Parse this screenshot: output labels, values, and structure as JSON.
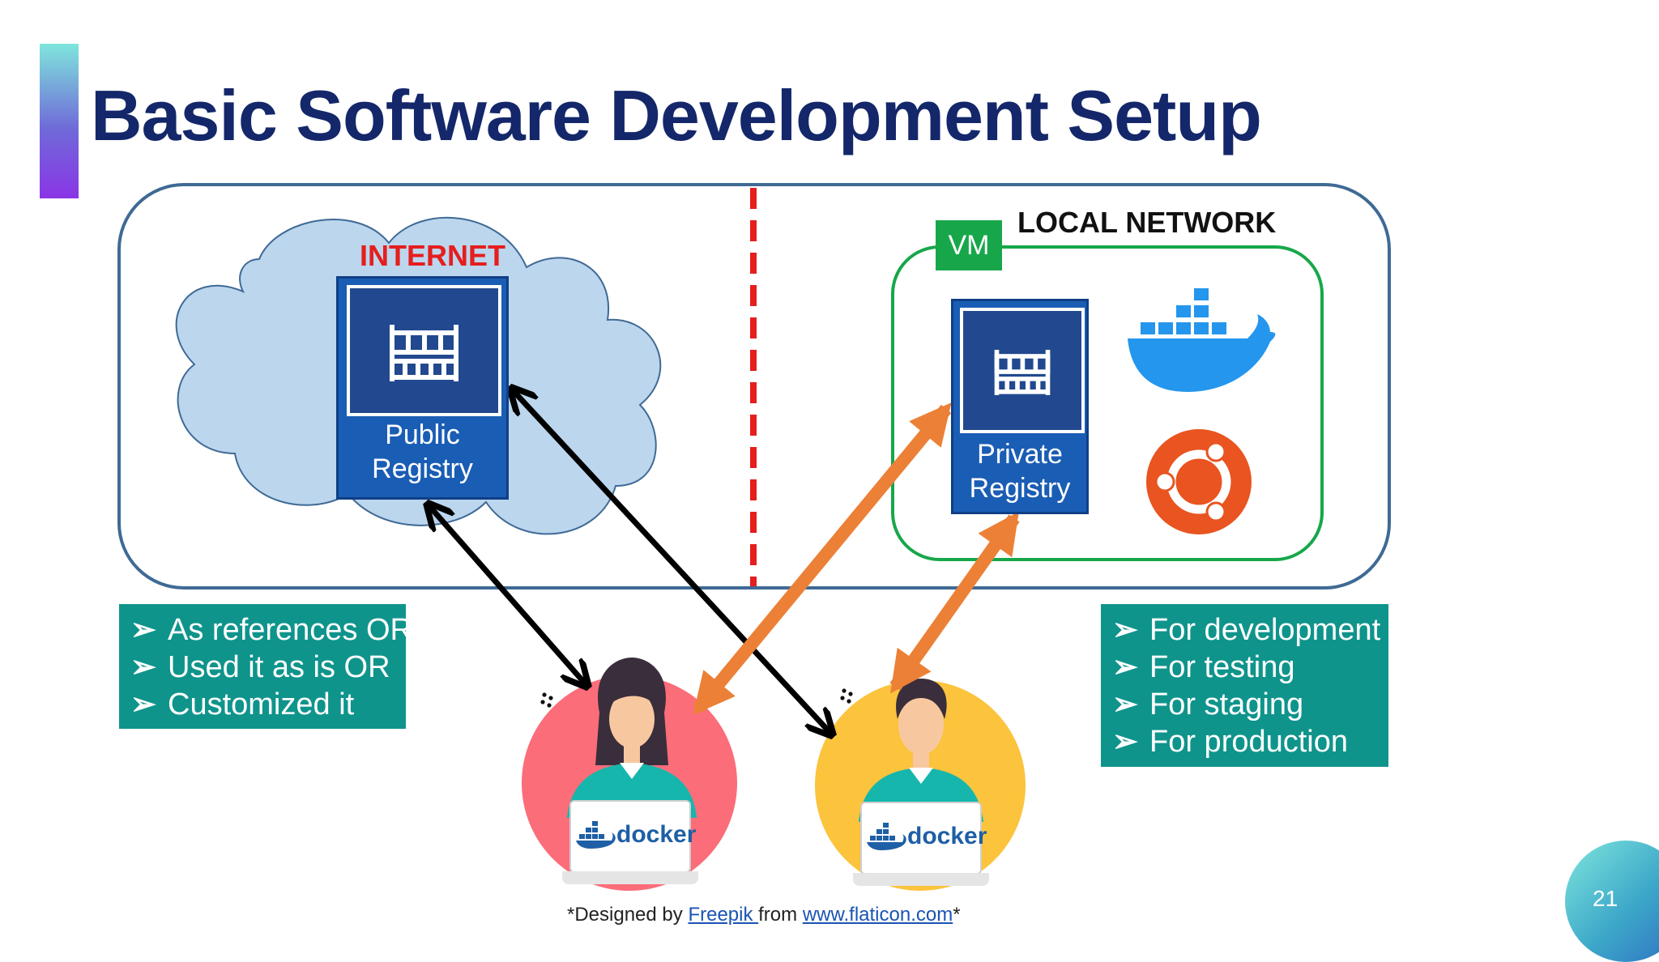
{
  "title": "Basic Software Development Setup",
  "internet_label": "INTERNET",
  "local_network_label": "LOCAL NETWORK",
  "vm_label": "VM",
  "public_registry": {
    "line1": "Public",
    "line2": "Registry"
  },
  "private_registry": {
    "line1": "Private",
    "line2": "Registry"
  },
  "left_list": {
    "items": [
      "As references OR",
      "Used it as is OR",
      "Customized it"
    ]
  },
  "right_list": {
    "items": [
      "For development",
      "For testing",
      "For staging",
      "For production"
    ]
  },
  "laptop_brand": "docker",
  "footer": {
    "prefix": "*Designed by ",
    "author": "Freepik ",
    "middle": "from ",
    "site": "www.flaticon.com",
    "suffix": "*"
  },
  "page_number": "21",
  "bullet_glyph": "➢",
  "colors": {
    "title": "#14276a",
    "registry_blue": "#1a5db4",
    "list_box_teal": "#0f948c",
    "internet_red": "#e51e1e",
    "vm_green": "#17a74a",
    "private_arrow_orange": "#ec8036",
    "public_arrow_black": "#000000",
    "cloud_blue": "#bcd6ee",
    "docker_blue": "#2496ed",
    "ubuntu_orange": "#e95420",
    "female_user_circle": "#fb6d79",
    "male_user_circle": "#fcc33c"
  },
  "icons": [
    "cloud-icon",
    "registry-icon",
    "docker-whale-icon",
    "ubuntu-icon",
    "female-developer-icon",
    "male-developer-icon",
    "docker-logo-icon"
  ]
}
